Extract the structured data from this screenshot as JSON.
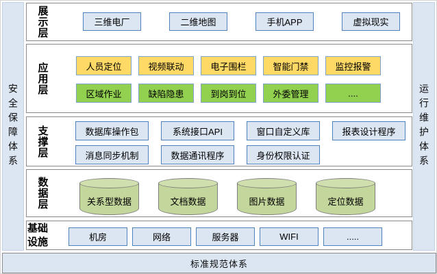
{
  "diagram": {
    "left_sidebar": "安全保障体系",
    "right_sidebar": "运行维护体系",
    "bottom_bar": "标准规范体系",
    "layers": [
      {
        "label": "展示层",
        "rows": [
          [
            "三维电厂",
            "二维地图",
            "手机APP",
            "虚拟现实"
          ]
        ]
      },
      {
        "label": "应用层",
        "rows": [
          [
            "人员定位",
            "视频联动",
            "电子围栏",
            "智能门禁",
            "监控报警"
          ],
          [
            "区域作业",
            "缺陷隐患",
            "到岗到位",
            "外委管理",
            "...."
          ]
        ]
      },
      {
        "label": "支撑层",
        "rows": [
          [
            "数据库操作包",
            "系统接口API",
            "窗口自定义库",
            "报表设计程序"
          ],
          [
            "消息同步机制",
            "数据通讯程序",
            "身份权限认证"
          ]
        ]
      },
      {
        "label": "数据层",
        "cylinders": [
          "关系型数据",
          "文档数据",
          "图片数据",
          "定位数据"
        ]
      },
      {
        "label": "基础设施",
        "rows": [
          [
            "机房",
            "网络",
            "服务器",
            "WIFI",
            "....."
          ]
        ]
      }
    ],
    "colors": {
      "pillar_fill": "#dce6f2",
      "box_blue_fill": "#dce6f2",
      "box_blue_border": "#4f81bd",
      "box_yellow_fill": "#fed966",
      "box_green_fill": "#92d050",
      "cylinder_fill": "#c3d69b",
      "cylinder_top_fill": "#cfdfad",
      "layer_border": "#898989"
    }
  }
}
